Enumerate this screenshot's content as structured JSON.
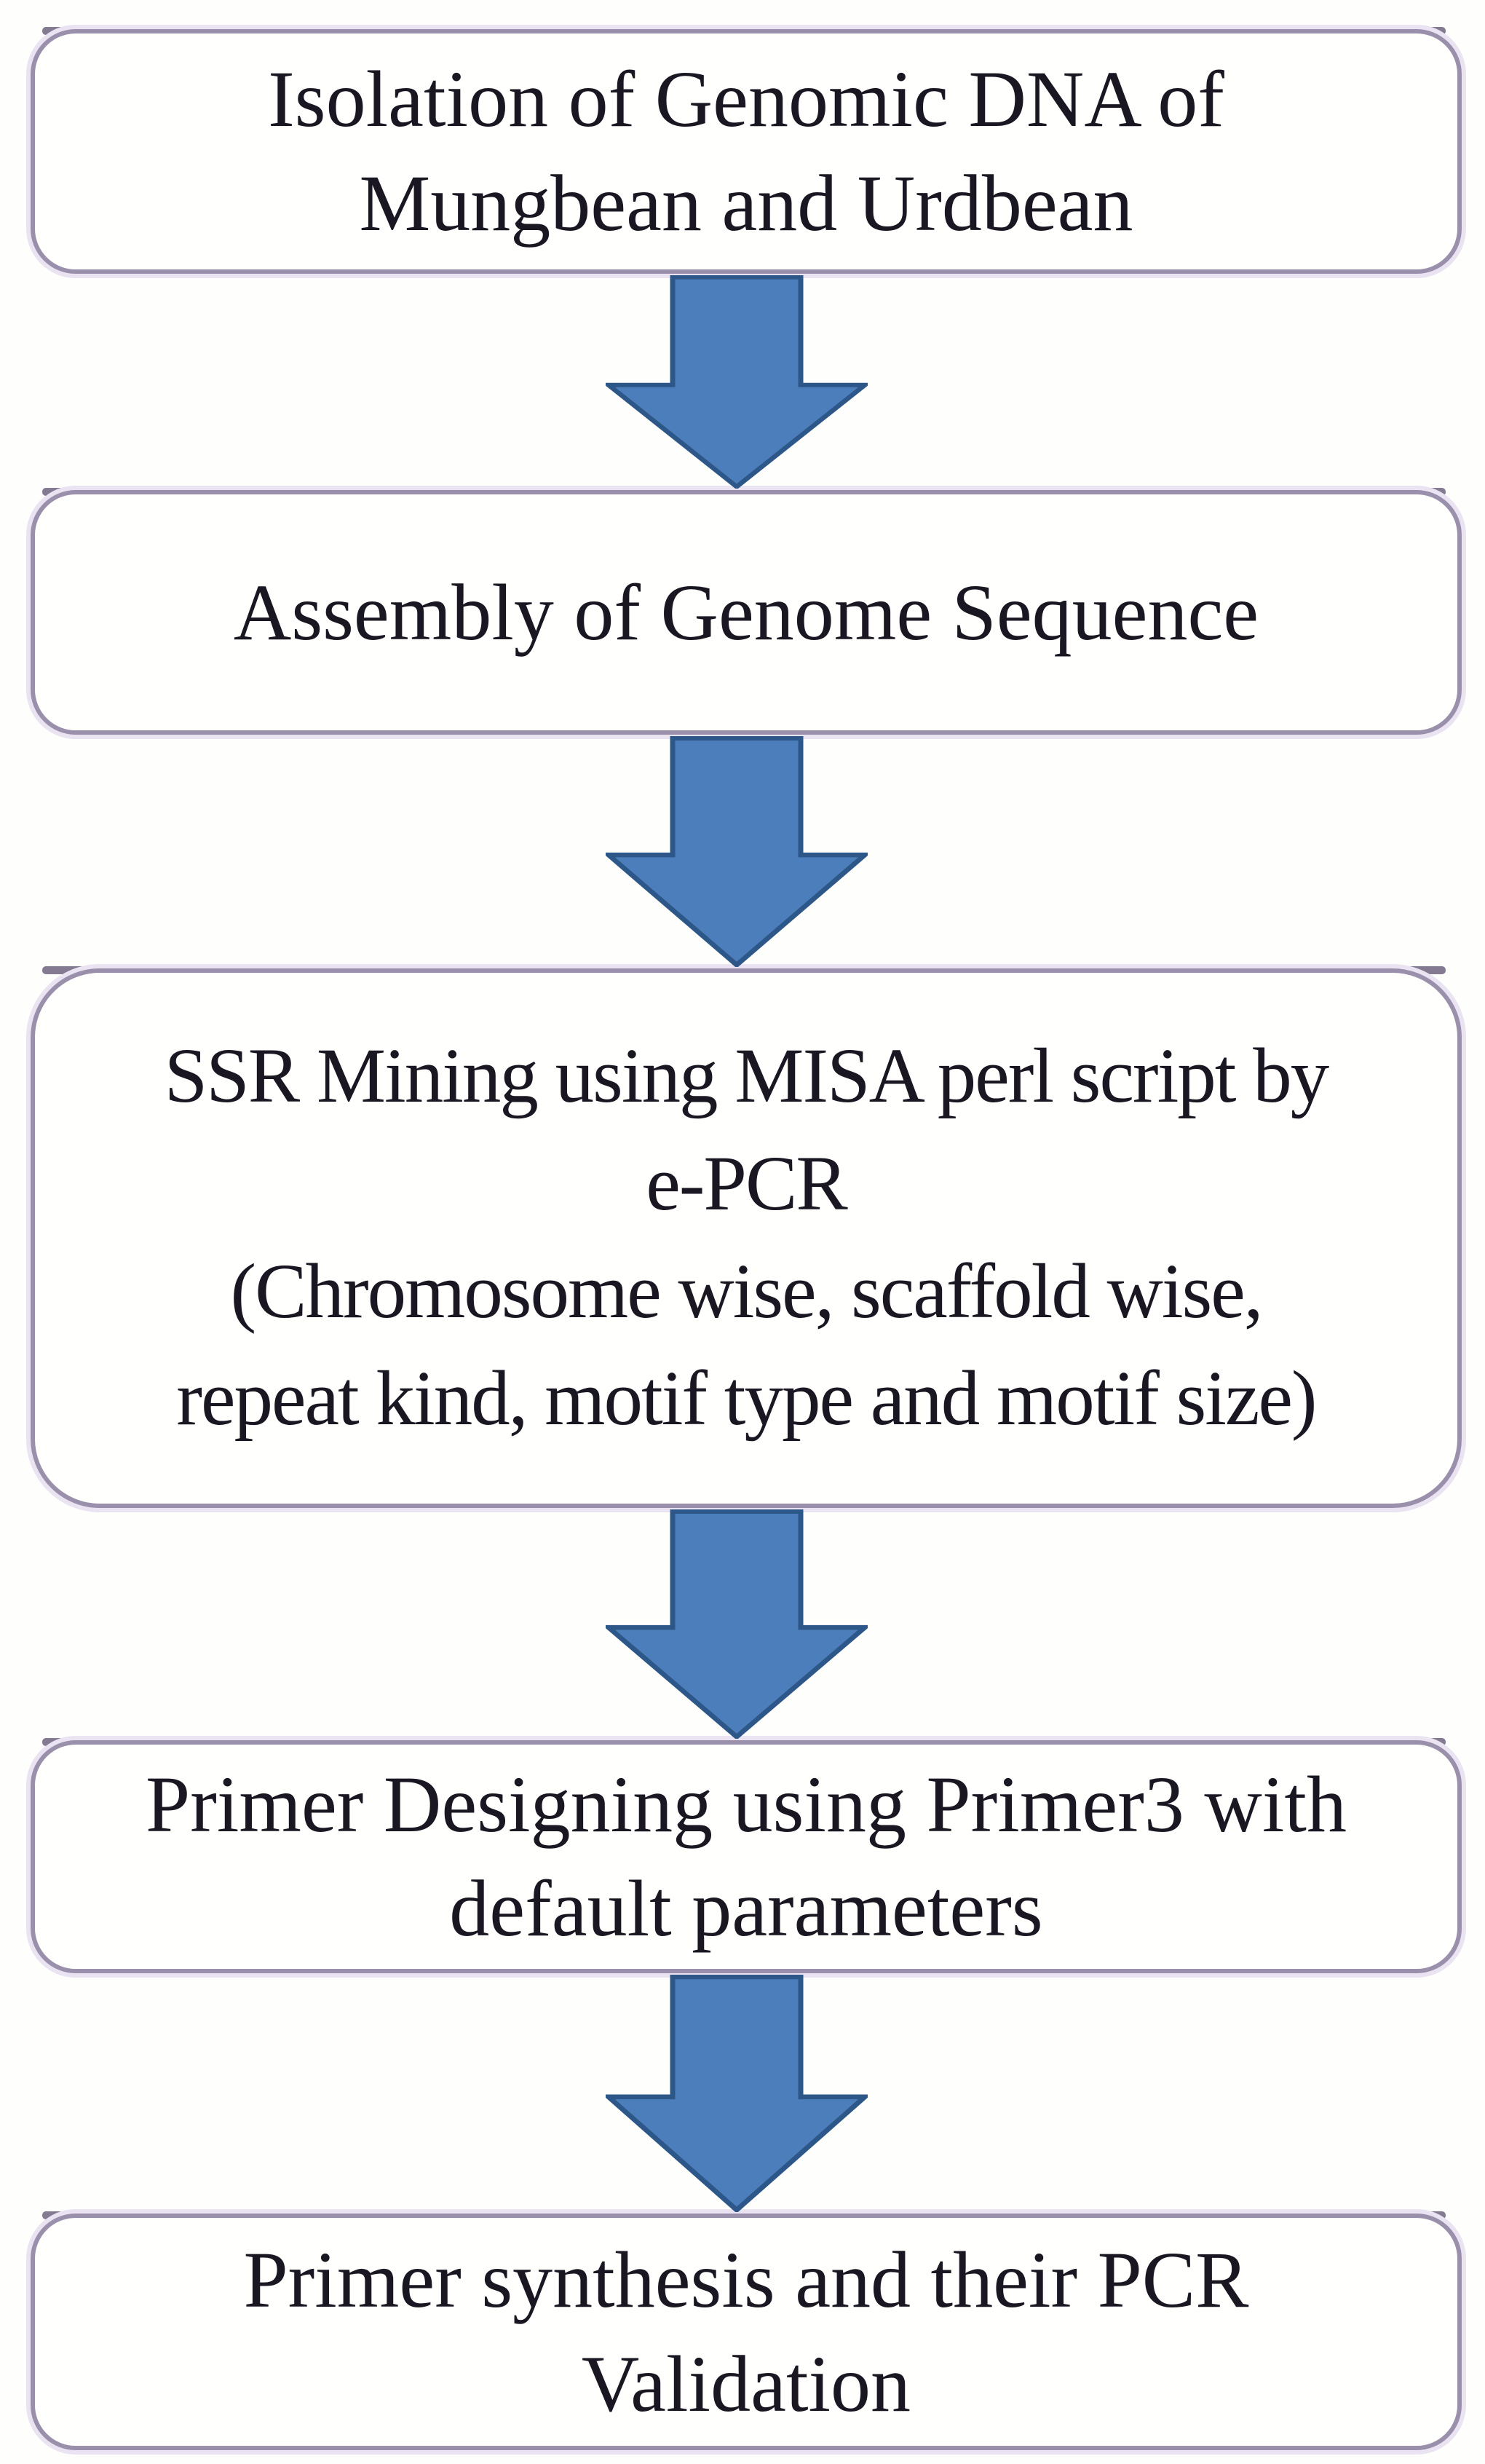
{
  "flow": {
    "direction": "top-to-bottom",
    "connector": "down-block-arrow",
    "steps": [
      {
        "text": "Isolation of Genomic DNA of Mungbean and Urdbean",
        "lines": [
          "Isolation of Genomic DNA of",
          "Mungbean and Urdbean"
        ]
      },
      {
        "text": "Assembly of Genome Sequence",
        "lines": [
          "Assembly of Genome Sequence"
        ]
      },
      {
        "text": "SSR Mining using MISA perl script by e-PCR (Chromosome wise, scaffold wise, repeat kind, motif type and motif size)",
        "lines": [
          "SSR Mining using MISA perl script by",
          "e-PCR",
          "(Chromosome wise, scaffold wise,",
          "repeat kind, motif type and motif size)"
        ]
      },
      {
        "text": "Primer Designing using Primer3 with default parameters",
        "lines": [
          "Primer Designing using Primer3 with",
          "default parameters"
        ]
      },
      {
        "text": "Primer synthesis and their PCR Validation",
        "lines": [
          "Primer synthesis and their PCR",
          "Validation"
        ]
      }
    ],
    "colors": {
      "arrow_fill": "#4d7ebc",
      "arrow_outline": "#2c5788",
      "box_border": "#9b90ab",
      "box_top_shadow": "#847b93",
      "box_halo": "#e9e3f2",
      "box_background": "#fffffd",
      "text": "#1b1722",
      "page_background": "#fefefc"
    }
  }
}
